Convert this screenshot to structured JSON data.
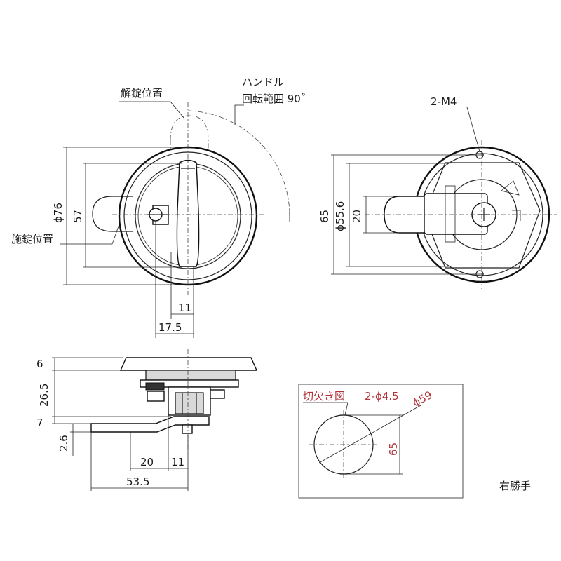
{
  "labels": {
    "unlock_position": "解錠位置",
    "handle_line1": "ハンドル",
    "handle_line2": "回転範囲 90˚",
    "lock_position": "施錠位置",
    "screw_spec": "2-M4",
    "cutout_title": "切欠き図",
    "cutout_holes": "2-ϕ4.5",
    "cutout_dia": "ϕ59",
    "cutout_height": "65",
    "hand": "右勝手"
  },
  "dimensions": {
    "front_dia": "ϕ76",
    "front_57": "57",
    "front_11": "11",
    "front_17_5": "17.5",
    "back_65": "65",
    "back_dia": "ϕ55.6",
    "back_20": "20",
    "side_6": "6",
    "side_26_5": "26.5",
    "side_7": "7",
    "side_2_6": "2.6",
    "side_20": "20",
    "side_11": "11",
    "side_53_5": "53.5"
  },
  "colors": {
    "line": "#222222",
    "cutout_dimension": "#b0333a"
  }
}
